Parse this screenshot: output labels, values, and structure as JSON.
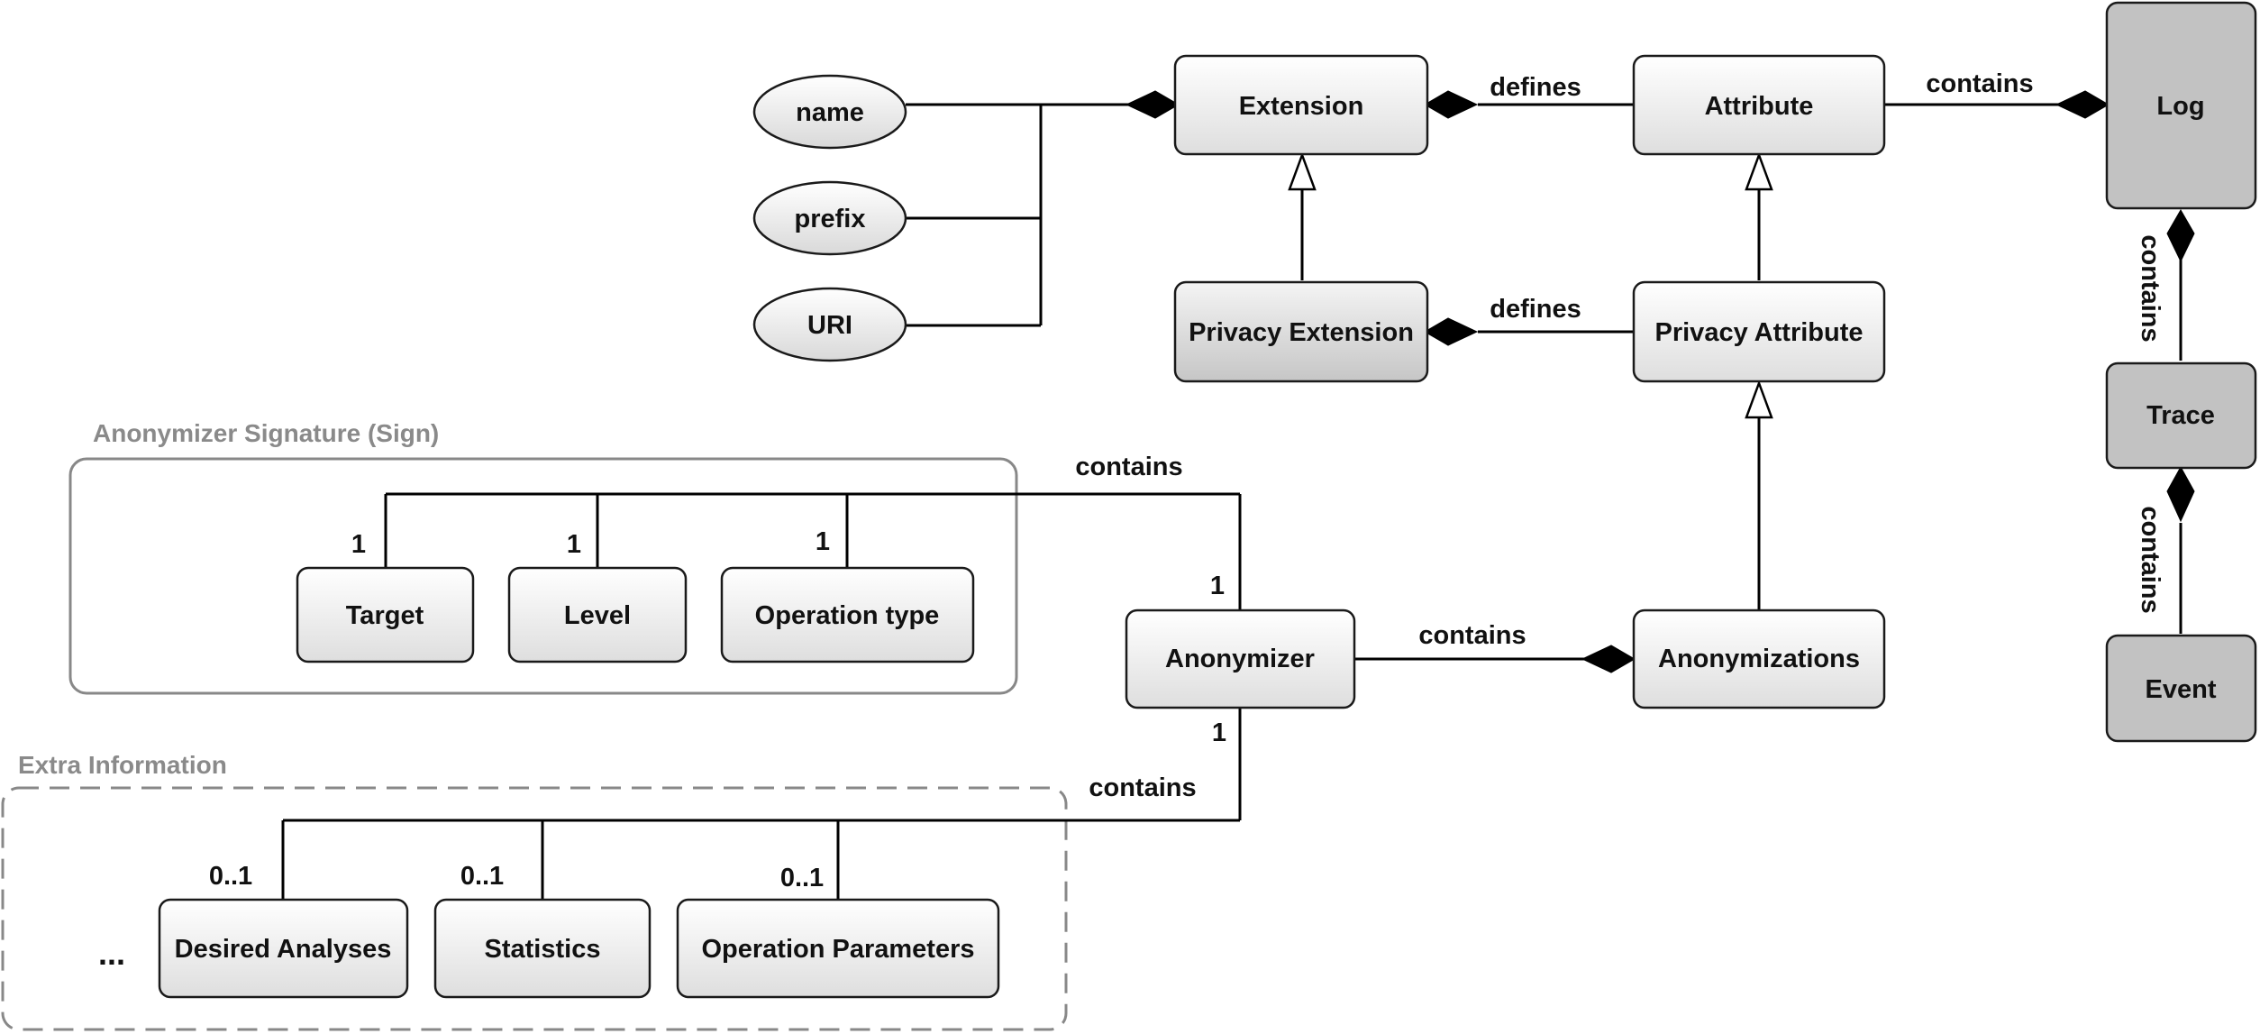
{
  "groups": {
    "signature": "Anonymizer Signature (Sign)",
    "extra": "Extra Information"
  },
  "nodes": {
    "name": "name",
    "prefix": "prefix",
    "uri": "URI",
    "extension": "Extension",
    "attribute": "Attribute",
    "log": "Log",
    "privacy_extension": "Privacy Extension",
    "privacy_attribute": "Privacy Attribute",
    "trace": "Trace",
    "event": "Event",
    "target": "Target",
    "level": "Level",
    "operation_type": "Operation type",
    "anonymizer": "Anonymizer",
    "anonymizations": "Anonymizations",
    "desired_analyses": "Desired Analyses",
    "statistics": "Statistics",
    "operation_parameters": "Operation Parameters",
    "ellipsis": "..."
  },
  "edge_labels": {
    "defines_ext": "defines",
    "defines_priv": "defines",
    "contains_log": "contains",
    "contains_trace": "contains",
    "contains_event": "contains",
    "contains_sign": "contains",
    "contains_anonymizations": "contains",
    "contains_extra": "contains"
  },
  "multiplicities": {
    "target": "1",
    "level": "1",
    "operation_type": "1",
    "anonymizer_sign": "1",
    "anonymizer_extra": "1",
    "desired_analyses": "0..1",
    "statistics": "0..1",
    "operation_parameters": "0..1"
  }
}
